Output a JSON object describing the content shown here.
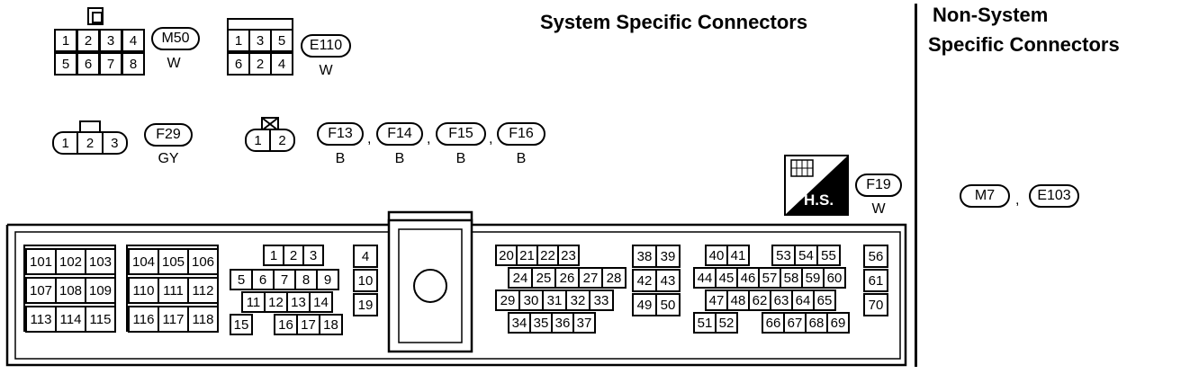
{
  "headings": {
    "system": "System Specific Connectors",
    "non_system_line1": "Non-System",
    "non_system_line2": "Specific Connectors"
  },
  "connectors": {
    "m50": {
      "id": "M50",
      "color": "W",
      "pins_top": [
        "1",
        "2",
        "3",
        "4"
      ],
      "pins_bottom": [
        "5",
        "6",
        "7",
        "8"
      ]
    },
    "e110": {
      "id": "E110",
      "color": "W",
      "pins_top": [
        "1",
        "3",
        "5"
      ],
      "pins_bottom": [
        "6",
        "2",
        "4"
      ]
    },
    "f29": {
      "id": "F29",
      "color": "GY",
      "pins": [
        "1",
        "2",
        "3"
      ]
    },
    "f13": {
      "id": "F13",
      "color": "B",
      "pins": [
        "1",
        "2"
      ]
    },
    "f14": {
      "id": "F14",
      "color": "B"
    },
    "f15": {
      "id": "F15",
      "color": "B"
    },
    "f16": {
      "id": "F16",
      "color": "B"
    },
    "f19": {
      "id": "F19",
      "color": "W",
      "symbol_label": "H.S."
    },
    "m7": {
      "id": "M7"
    },
    "e103": {
      "id": "E103"
    }
  },
  "separator": ",",
  "ecu": {
    "block1": [
      [
        "101",
        "102",
        "103"
      ],
      [
        "107",
        "108",
        "109"
      ],
      [
        "113",
        "114",
        "115"
      ]
    ],
    "block2": [
      [
        "104",
        "105",
        "106"
      ],
      [
        "110",
        "111",
        "112"
      ],
      [
        "116",
        "117",
        "118"
      ]
    ],
    "block3": {
      "row1": [
        "1",
        "2",
        "3"
      ],
      "row2": [
        "5",
        "6",
        "7",
        "8",
        "9"
      ],
      "row3": [
        "11",
        "12",
        "13",
        "14"
      ],
      "row4a": [
        "15"
      ],
      "row4b": [
        "16",
        "17",
        "18"
      ]
    },
    "block4": [
      "4",
      "10",
      "19"
    ],
    "block5": {
      "row1": [
        "20",
        "21",
        "22",
        "23"
      ],
      "row2": [
        "24",
        "25",
        "26",
        "27",
        "28"
      ],
      "row3": [
        "29",
        "30",
        "31",
        "32",
        "33"
      ],
      "row4": [
        "34",
        "35",
        "36",
        "37"
      ]
    },
    "block6": [
      [
        "38",
        "39"
      ],
      [
        "42",
        "43"
      ],
      [
        "49",
        "50"
      ]
    ],
    "block7": {
      "row1a": [
        "40",
        "41"
      ],
      "row1b": [
        "53",
        "54",
        "55"
      ],
      "row2": [
        "44",
        "45",
        "46",
        "57",
        "58",
        "59",
        "60"
      ],
      "row3": [
        "47",
        "48",
        "62",
        "63",
        "64",
        "65"
      ],
      "row4a": [
        "51",
        "52"
      ],
      "row4b": [
        "66",
        "67",
        "68",
        "69"
      ]
    },
    "block8": [
      "56",
      "61",
      "70"
    ]
  }
}
